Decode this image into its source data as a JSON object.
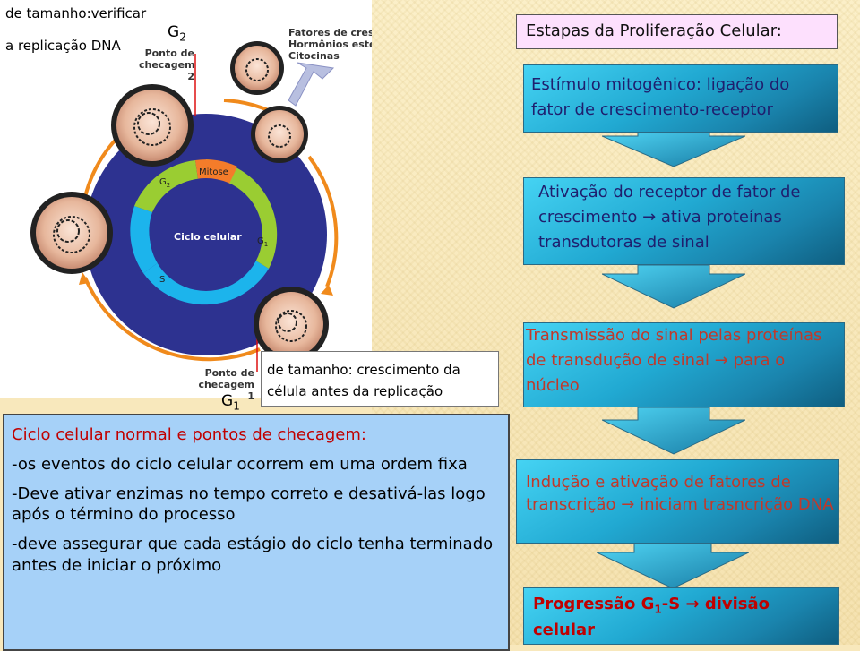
{
  "header": {
    "note_line1": "de tamanho:verificar",
    "note_line2": "a replicação DNA",
    "g2_label": "G",
    "g2_sub": "2",
    "g1_label": "G",
    "g1_sub": "1"
  },
  "figure": {
    "checkpoint2_line1": "Ponto de",
    "checkpoint2_line2": "checagem 2",
    "checkpoint1_line1": "Ponto de",
    "checkpoint1_line2": "checagem 1",
    "factors_line1": "Fatores de crescim",
    "factors_line2": "Hormônios esteróí",
    "factors_line3": "Citocinas",
    "cycle_label": "Ciclo celular",
    "phase_mitosis": "Mitose",
    "phase_g1": "G",
    "phase_g1_sub": "1",
    "phase_g2": "G",
    "phase_g2_sub": "2",
    "phase_s": "S"
  },
  "callout": {
    "line1": "de tamanho: crescimento da",
    "line2": "célula antes da replicação"
  },
  "flow": {
    "title": "Estapas da Proliferação Celular:",
    "step1": "Estímulo mitogênico: ligação do fator de crescimento-receptor",
    "step2_a": "Ativação do receptor de fator de crescimento",
    "step2_arrow": "→",
    "step2_b": "ativa proteínas transdutoras de sinal",
    "step3_a": "Transmissão do sinal pelas proteínas de transdução de sinal",
    "step3_arrow": "→",
    "step3_b": "para o núcleo",
    "step4_a": "Indução e ativação de fatores de transcrição",
    "step4_arrow": "→",
    "step4_b": "iniciam trasncrição DNA",
    "step5_a": "Progressão G",
    "step5_sub": "1",
    "step5_b": "-S",
    "step5_arrow": "→",
    "step5_c": "divisão celular"
  },
  "info": {
    "heading": "Ciclo celular normal e pontos de checagem:",
    "item1": "-os eventos do ciclo celular ocorrem em uma ordem fixa",
    "item2": "-Deve ativar enzimas no tempo correto e desativá-las logo após o término do processo",
    "item3": "-deve assegurar que cada estágio do ciclo tenha terminado antes de iniciar o próximo"
  },
  "colors": {
    "step_text_dark": "#1f1f6e",
    "step_text_red": "#c0392b",
    "heading_red": "#c00000",
    "cycle_navy": "#2d3290",
    "g1_green": "#9acd32",
    "s_blue": "#1cb4ec",
    "mitosis_orange": "#f47c2a",
    "arrow_orange": "#f08a1c"
  }
}
